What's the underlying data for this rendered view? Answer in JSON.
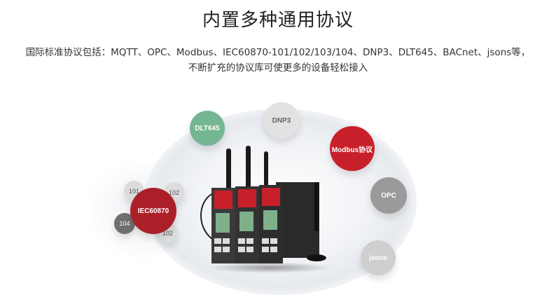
{
  "title": "内置多种通用协议",
  "description": {
    "line1": "国际标准协议包括：MQTT、OPC、Modbus、IEC60870-101/102/103/104、DNP3、DLT645、BACnet、jsons等，",
    "line2": "不断扩充的协议库可使更多的设备轻松接入"
  },
  "bubbles": {
    "dlt645": "DLT645",
    "dnp3": "DNP3",
    "modbus": "Modbus协议",
    "opc": "OPC",
    "jsons": "jsons",
    "iec60870": "IEC60870",
    "b101": "101",
    "b102a": "102",
    "b104": "104",
    "b102b": "102"
  },
  "colors": {
    "green": "#75b692",
    "red": "#c8202a",
    "dark_red": "#ab2028",
    "gray": "#9a9a9a",
    "light_gray": "#e2e2e2",
    "dark_gray": "#6f6f6f"
  },
  "device": {
    "icon": "industrial-router-gateway-image"
  }
}
